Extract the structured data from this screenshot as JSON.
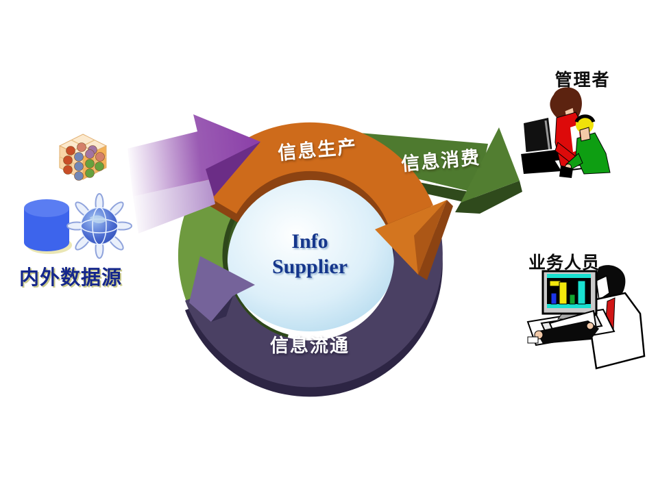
{
  "slide": {
    "background": "#FFFFFF"
  },
  "labels": {
    "managers": "管理者",
    "business_users": "业务人员",
    "data_sources": "内外数据源",
    "info_production": "信息生产",
    "info_consumption": "信息消费",
    "info_circulation": "信息流通",
    "core_line1": "Info",
    "core_line2": "Supplier"
  },
  "colors": {
    "production_arc": "#CE6B1B",
    "production_dark": "#8C4312",
    "consumption_arrow": "#4E7A2F",
    "consumption_dark": "#2F4A1C",
    "circulation_arc": "#4A4063",
    "circulation_head": "#75639A",
    "circulation_dark": "#2D2544",
    "distribution_arc_green": "#6E9A3F",
    "inflow_arrow_purple": "#8B3FA8",
    "core_circle_fill": "#BCE0F2",
    "core_text": "#15368C",
    "arc_label_text": "#FFFFFF",
    "sources_text": "#15278C",
    "titles_text": "#0D0D0D",
    "database_blue": "#3D64EC",
    "cube_orange": "#F3A845"
  },
  "icons": [
    "olap-cube-icon",
    "database-cylinder-icon",
    "network-globe-icon",
    "managers-clipart",
    "business-user-clipart"
  ]
}
